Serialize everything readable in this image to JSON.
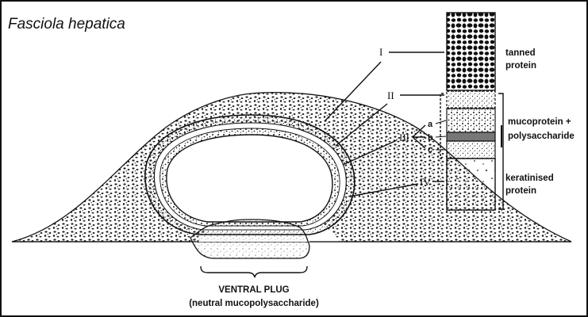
{
  "title": "Fasciola hepatica",
  "layers": [
    {
      "numeral": "I",
      "label_lines": [
        "tanned",
        "protein"
      ]
    },
    {
      "numeral": "II",
      "label_lines": []
    },
    {
      "numeral": "III",
      "sub": [
        "a",
        "b",
        "c"
      ],
      "label_lines": [
        "mucoprotein +",
        "polysaccharide"
      ]
    },
    {
      "numeral": "IV",
      "label_lines": [
        "keratinised",
        "protein"
      ]
    }
  ],
  "ventral_plug": {
    "line1": "VENTRAL PLUG",
    "line2": "(neutral mucopolysaccharide)"
  }
}
